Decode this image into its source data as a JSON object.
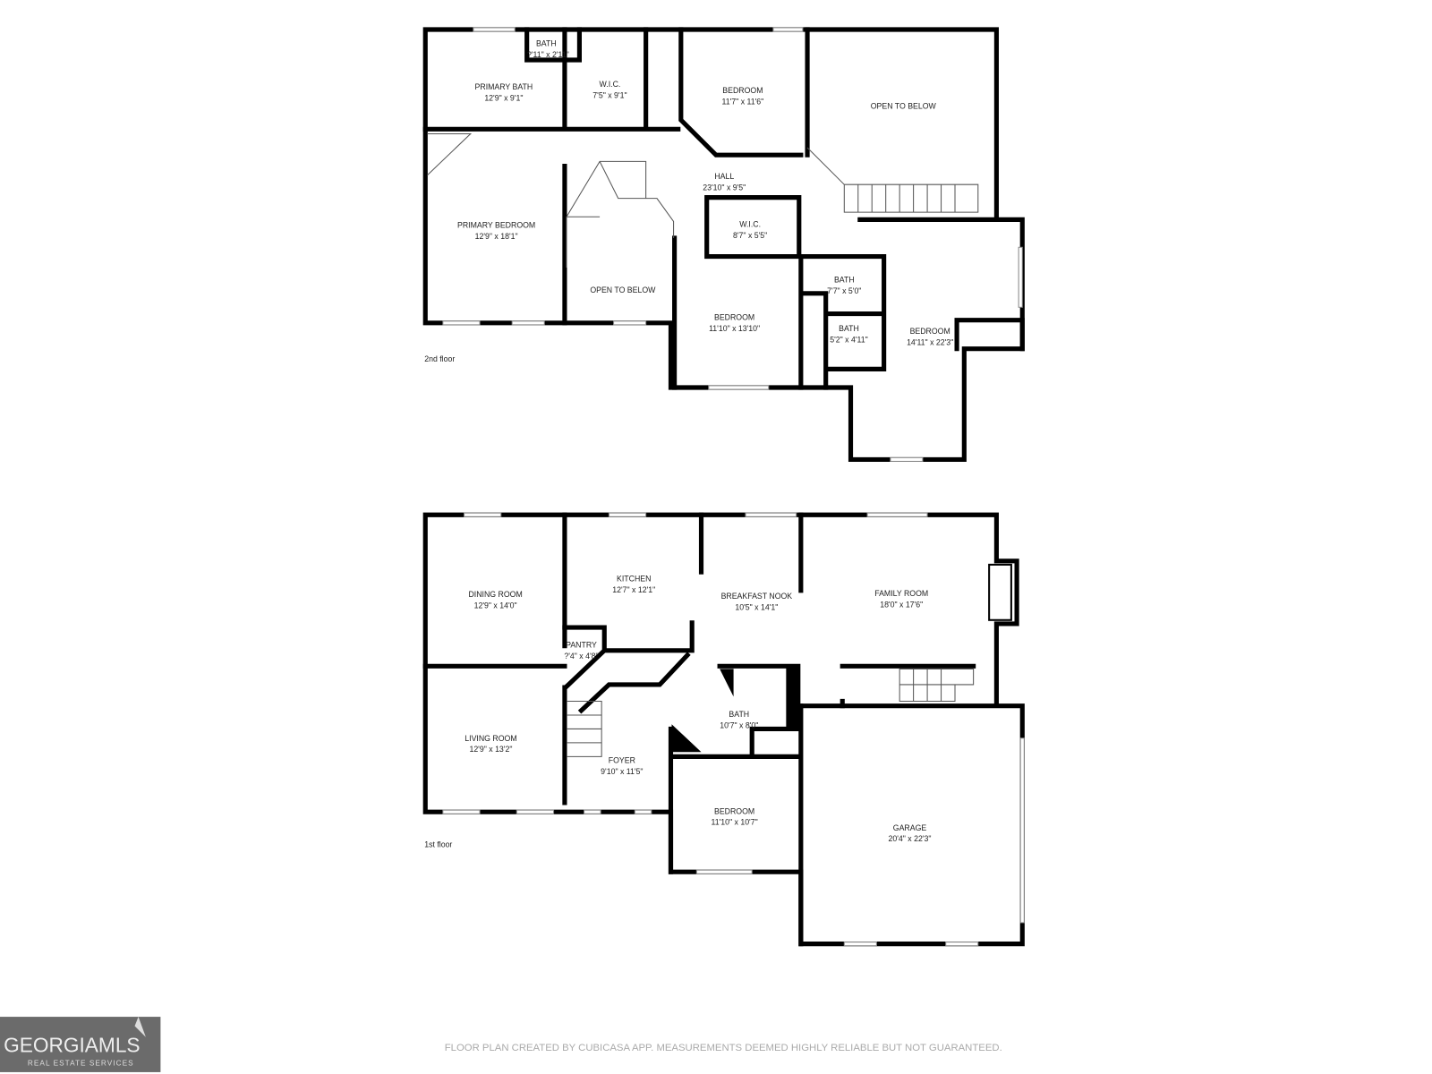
{
  "floors": [
    {
      "label": "2nd floor",
      "rooms": [
        {
          "name": "BATH",
          "dims": "?'11\" x 2'11\""
        },
        {
          "name": "PRIMARY BATH",
          "dims": "12'9\" x 9'1\""
        },
        {
          "name": "W.I.C.",
          "dims": "7'5\" x 9'1\""
        },
        {
          "name": "BEDROOM",
          "dims": "11'7\" x 11'6\""
        },
        {
          "name": "OPEN TO BELOW",
          "dims": ""
        },
        {
          "name": "HALL",
          "dims": "23'10\" x 9'5\""
        },
        {
          "name": "PRIMARY BEDROOM",
          "dims": "12'9\" x 18'1\""
        },
        {
          "name": "W.I.C.",
          "dims": "8'7\" x 5'5\""
        },
        {
          "name": "OPEN TO BELOW",
          "dims": ""
        },
        {
          "name": "BEDROOM",
          "dims": "11'10\" x 13'10\""
        },
        {
          "name": "BATH",
          "dims": "7'7\" x 5'0\""
        },
        {
          "name": "BATH",
          "dims": "5'2\" x 4'11\""
        },
        {
          "name": "BEDROOM",
          "dims": "14'11\" x 22'3\""
        }
      ]
    },
    {
      "label": "1st floor",
      "rooms": [
        {
          "name": "KITCHEN",
          "dims": "12'7\" x 12'1\""
        },
        {
          "name": "DINING ROOM",
          "dims": "12'9\" x 14'0\""
        },
        {
          "name": "BREAKFAST NOOK",
          "dims": "10'5\" x 14'1\""
        },
        {
          "name": "FAMILY ROOM",
          "dims": "18'0\" x 17'6\""
        },
        {
          "name": "PANTRY",
          "dims": "?'4\" x 4'8\""
        },
        {
          "name": "BATH",
          "dims": "10'7\" x 8'0\""
        },
        {
          "name": "LIVING ROOM",
          "dims": "12'9\" x 13'2\""
        },
        {
          "name": "FOYER",
          "dims": "9'10\" x 11'5\""
        },
        {
          "name": "BEDROOM",
          "dims": "11'10\" x 10'7\""
        },
        {
          "name": "GARAGE",
          "dims": "20'4\" x 22'3\""
        }
      ]
    }
  ],
  "disclaimer": "FLOOR PLAN CREATED BY CUBICASA APP. MEASUREMENTS DEEMED HIGHLY RELIABLE BUT NOT GUARANTEED.",
  "logo": {
    "text": "GEORGIAMLS",
    "subtext": "REAL ESTATE SERVICES",
    "bg": "#6b6b6b"
  }
}
